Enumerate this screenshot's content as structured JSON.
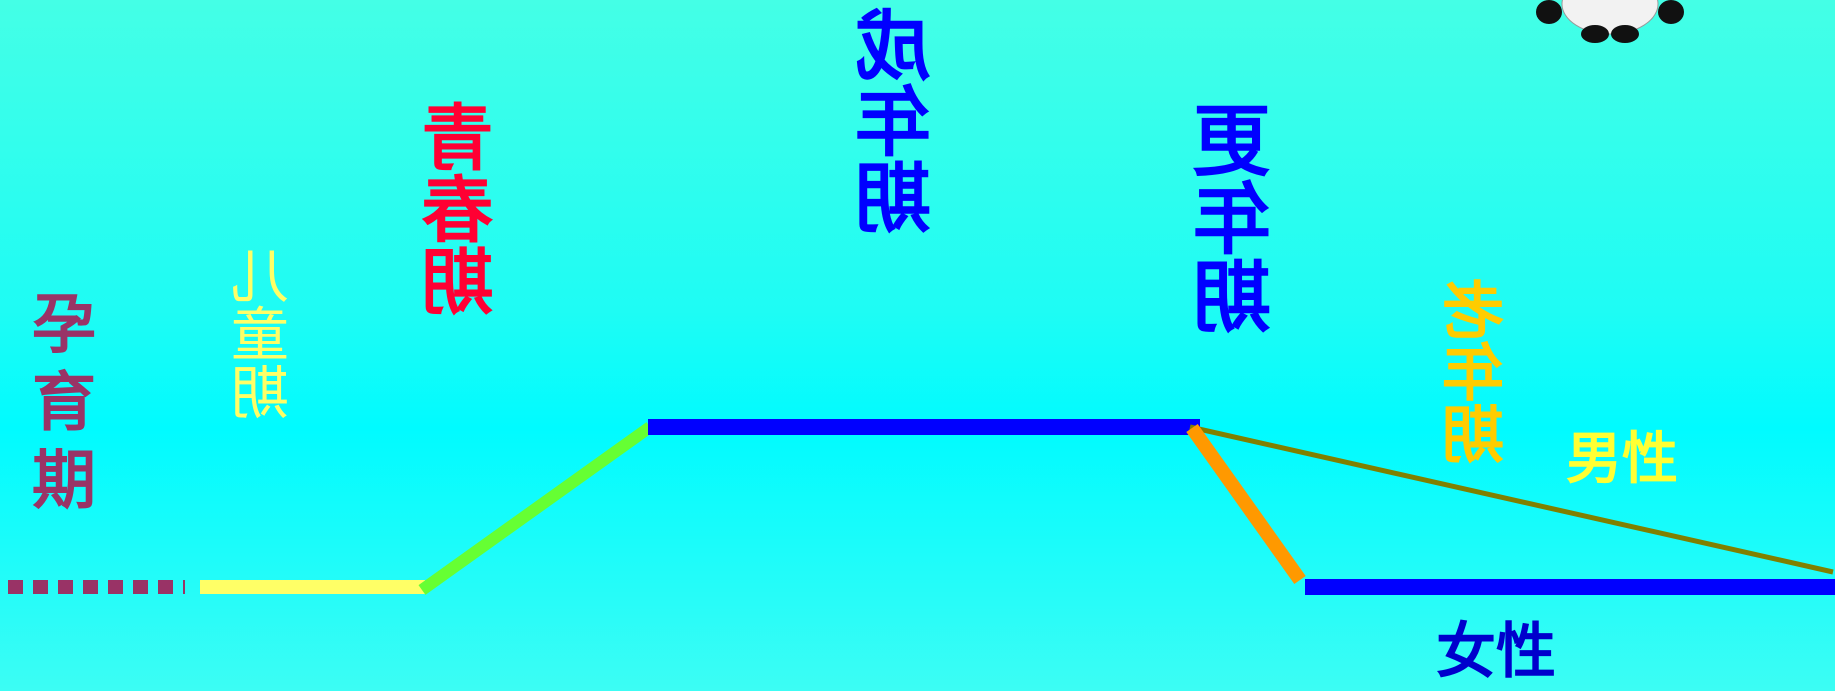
{
  "stages": {
    "pregnancy": "孕育期",
    "childhood": "儿童期",
    "puberty": "青春期",
    "adulthood": "成年期",
    "menopause": "更年期",
    "old_age": "老年期"
  },
  "legend": {
    "male": "男性",
    "female": "女性"
  },
  "colors": {
    "pregnancy": "#993366",
    "childhood": "#ffff66",
    "puberty": "#ff0033",
    "adulthood": "#0000ff",
    "menopause": "#0000ff",
    "old_age": "#ffcc00",
    "male_label": "#ffff33",
    "female_label": "#0000cc",
    "pregnancy_line": "#993366",
    "childhood_line": "#ffff66",
    "puberty_line": "#66ff33",
    "adult_line": "#0000ff",
    "menopause_line": "#ff9900",
    "male_line": "#808000",
    "female_line": "#0000ff"
  },
  "icons": {
    "mascot": "panda-icon"
  }
}
